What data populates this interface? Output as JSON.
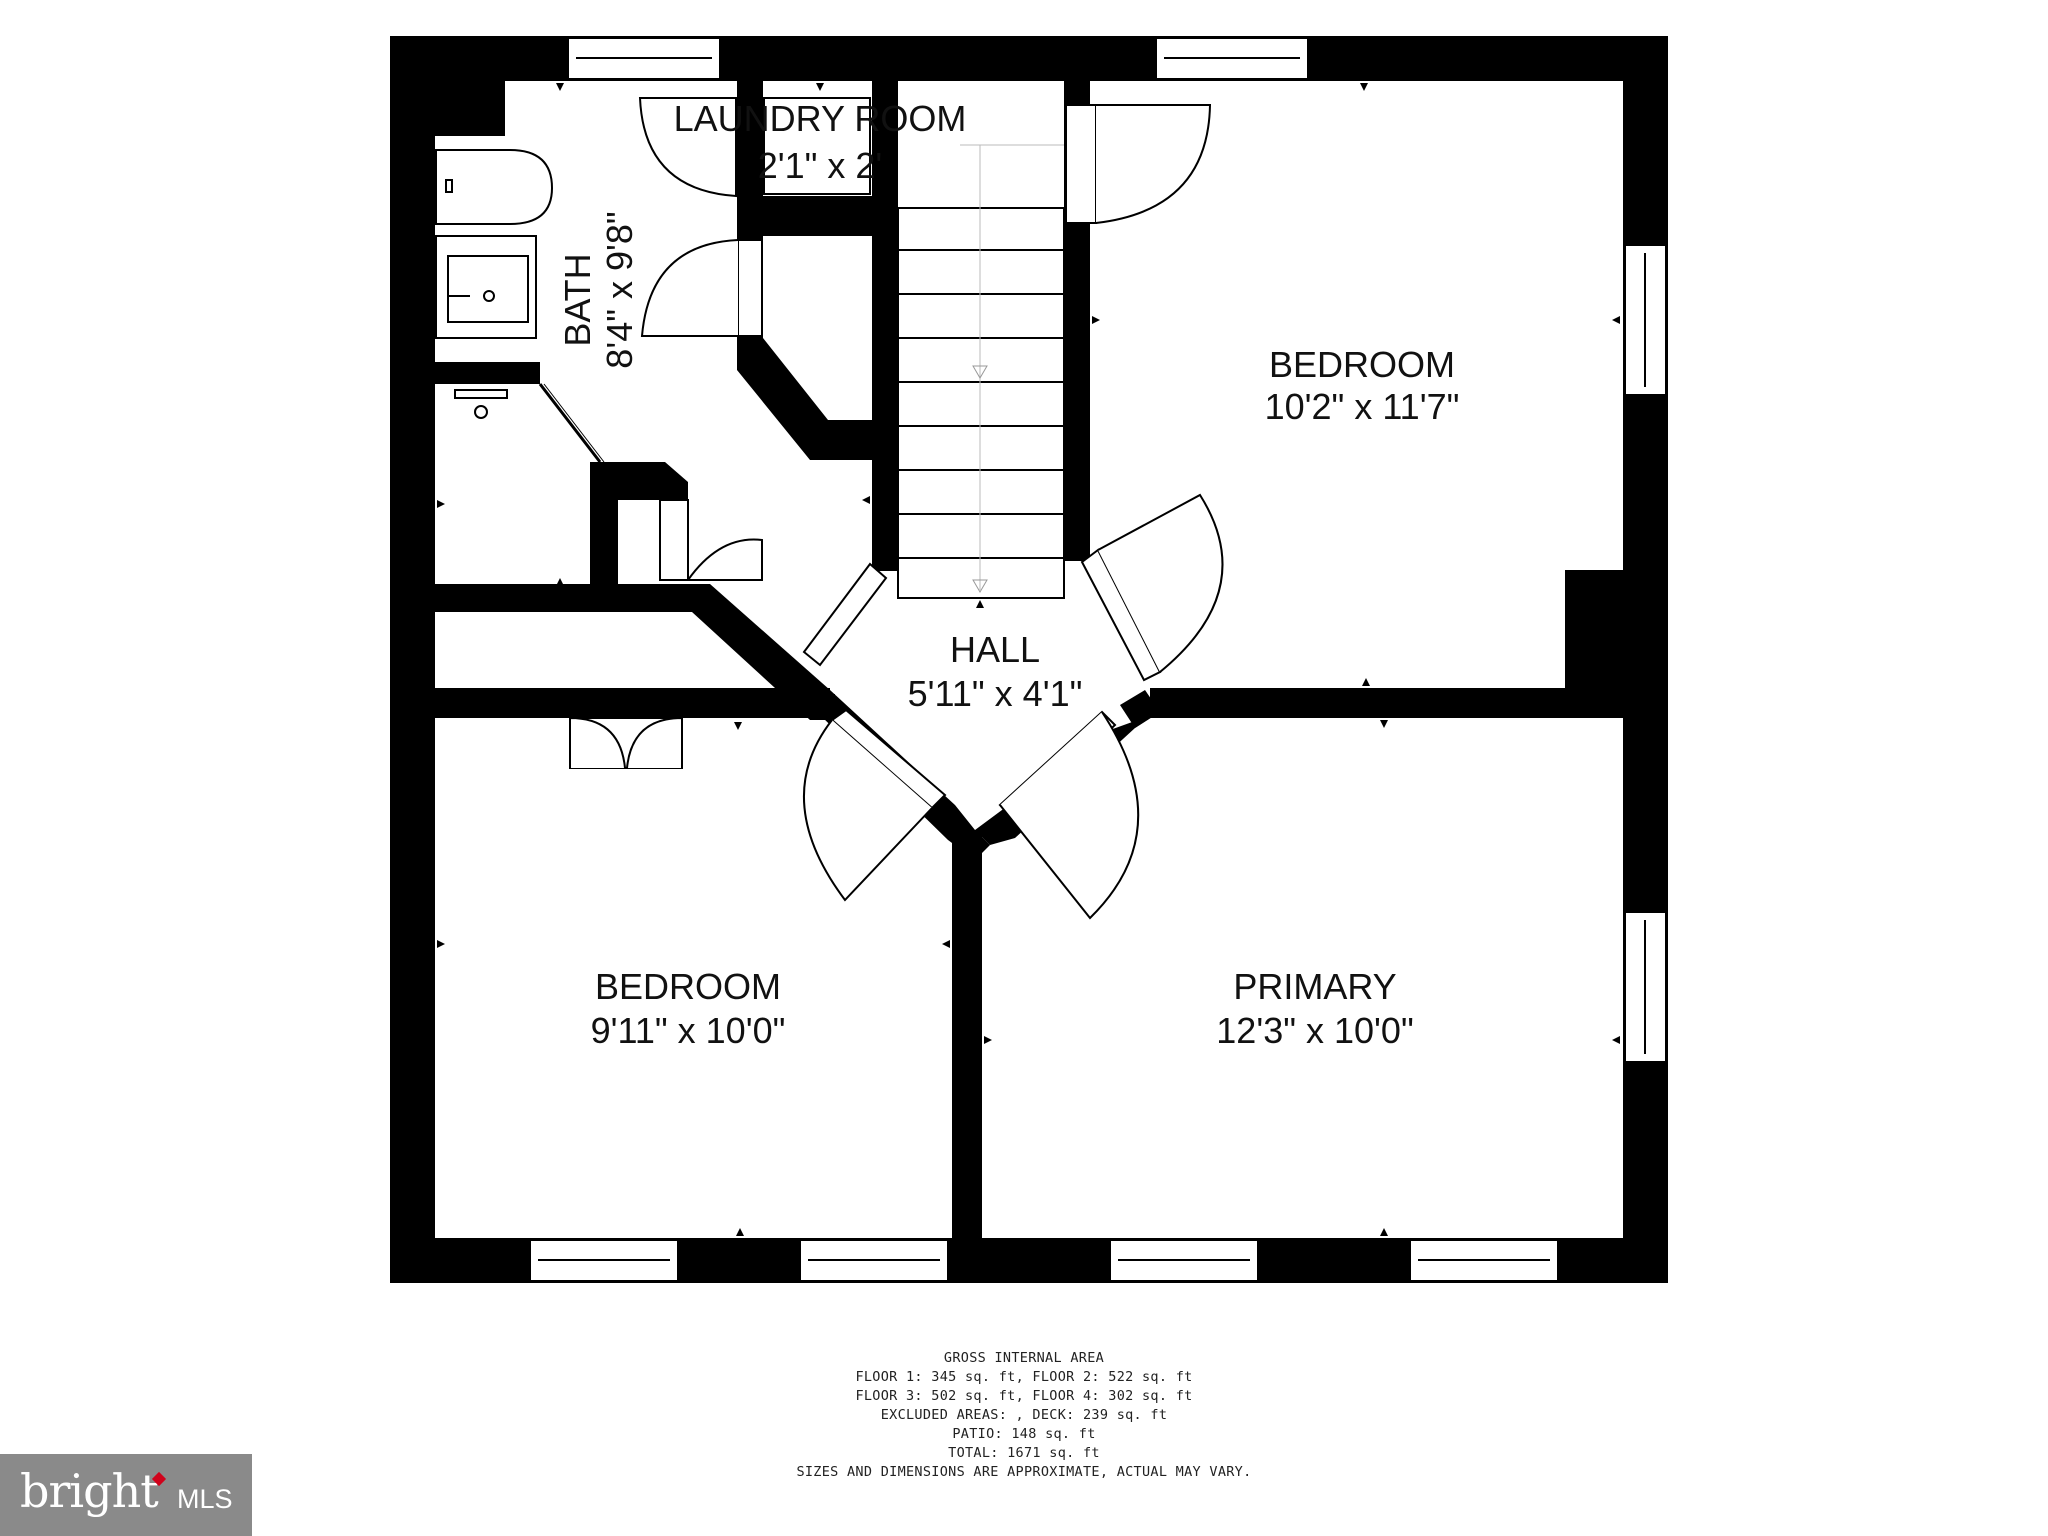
{
  "rooms": {
    "laundry": {
      "name": "LAUNDRY ROOM",
      "dims": "2'1\" x 2'"
    },
    "bath": {
      "name": "BATH",
      "dims": "8'4\" x 9'8\""
    },
    "bedroom_ne": {
      "name": "BEDROOM",
      "dims": "10'2\" x 11'7\""
    },
    "hall": {
      "name": "HALL",
      "dims": "5'11\" x 4'1\""
    },
    "bedroom_sw": {
      "name": "BEDROOM",
      "dims": "9'11\" x 10'0\""
    },
    "primary": {
      "name": "PRIMARY",
      "dims": "12'3\" x 10'0\""
    }
  },
  "area_notes": {
    "title": "GROSS INTERNAL AREA",
    "line1": "FLOOR 1: 345 sq. ft, FLOOR 2: 522 sq. ft",
    "line2": "FLOOR 3: 502 sq. ft, FLOOR 4: 302 sq. ft",
    "line3": "EXCLUDED AREAS: , DECK: 239 sq. ft",
    "line4": "PATIO: 148 sq. ft",
    "line5": "TOTAL: 1671 sq. ft",
    "disclaimer": "SIZES AND DIMENSIONS ARE APPROXIMATE, ACTUAL MAY VARY."
  },
  "logo": {
    "brand": "bright",
    "suffix": "MLS"
  },
  "colors": {
    "wall": "#000000",
    "background": "#ffffff",
    "logo_bg": "#8a8a8a",
    "logo_accent": "#d0021b"
  }
}
